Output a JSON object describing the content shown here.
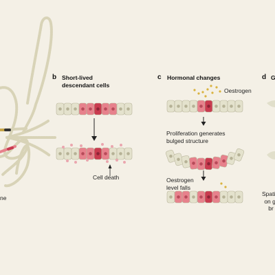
{
  "panel_a": {
    "label_partial": "ne"
  },
  "panel_b": {
    "letter": "b",
    "title": "Short-lived\ndescendant cells",
    "annotation": "Cell death"
  },
  "panel_c": {
    "letter": "c",
    "title": "Hormonal changes",
    "hormone_label": "Oestrogen",
    "step1": "Proliferation generates\nbulged structure",
    "step2": "Oestrogen\nlevel falls"
  },
  "panel_d": {
    "letter": "d",
    "title_partial": "G",
    "label_partial": "Spatial\non gr\nbr"
  },
  "colors": {
    "background": "#f4f0e6",
    "normal_cell": "#e4e2cd",
    "mutant_cell": "#e7818c",
    "mutant_dark": "#c93b4f",
    "oestrogen": "#d9b33f",
    "arrow": "#222222"
  }
}
